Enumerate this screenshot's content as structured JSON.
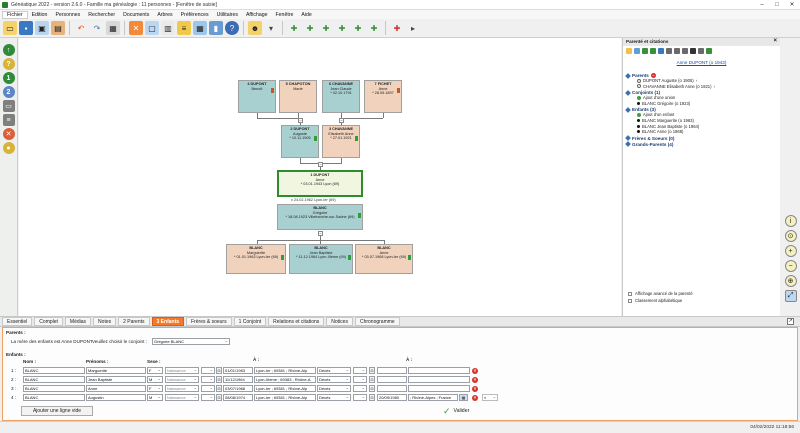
{
  "window": {
    "title": "Généatique 2022 - version 2.6.0 - Famille ma généalogie : 11 personnes - [Fenêtre de saisie]"
  },
  "menu": [
    "Fichier",
    "Edition",
    "Personnes",
    "Rechercher",
    "Documents",
    "Arbres",
    "Préférences",
    "Utilitaires",
    "Affichage",
    "Fenêtre",
    "Aide"
  ],
  "tree": {
    "grandparents": [
      {
        "num": "4 DUPONT",
        "first": "Benoît",
        "date": ""
      },
      {
        "num": "5 CHAPOTON",
        "first": "Marie",
        "date": ""
      },
      {
        "num": "6 CHAVANNE",
        "first": "Jean Claude",
        "date": "* 02.10.1791"
      },
      {
        "num": "7 FICHET",
        "first": "Anne",
        "date": "* 28.05.1897"
      }
    ],
    "parents": [
      {
        "num": "2 DUPONT",
        "first": "Auguste",
        "date": "* 10.11.1905"
      },
      {
        "num": "3 CHAVANNE",
        "first": "Elisabeth Anne",
        "date": "* 27.01.1921"
      }
    ],
    "root": {
      "num": "1 DUPONT",
      "first": "Anne",
      "date": "* 03.01.1943 Lyon (69)"
    },
    "marriage": "x 24.02.1962 Lyon-Ier (69)",
    "spouse": {
      "num": "BLANC",
      "first": "Grégoire",
      "date": "* 18.08.1923 Villefranche-sur-Saône (69)"
    },
    "children": [
      {
        "num": "BLANC",
        "first": "Marguerite",
        "date": "* 01.01.1963 Lyon-Ier (69)"
      },
      {
        "num": "BLANC",
        "first": "Jean Baptiste",
        "date": "* 11.12.1964 Lyon-IIIème (69)"
      },
      {
        "num": "BLANC",
        "first": "Anne",
        "date": "* 03.07.1968 Lyon-Ier (69)"
      }
    ]
  },
  "panel": {
    "title": "Parenté et citations",
    "person": "Anne DUPONT (o 1943)",
    "parents_title": "Parents",
    "parents": [
      "DUPONT Auguste (o 1905)",
      "CHAVANNE Elisabeth Anne (o 1921)"
    ],
    "spouses_title": "Conjoints (1)",
    "spouses_add": "Ajout d'une union",
    "spouses": [
      "BLANC Grégoire (o 1923)"
    ],
    "children_title": "Enfants (3)",
    "children_add": "Ajout d'un enfant",
    "children": [
      "BLANC Marguerite (o 1963)",
      "BLANC Jean Baptiste (o 1964)",
      "BLANC Anne (o 1968)"
    ],
    "siblings_title": "Frères & Soeurs (0)",
    "grandparents_title": "Grands-Parents (4)",
    "opt1": "Affichage avancé de la parenté",
    "opt2": "Classement alphabétique"
  },
  "tabs": [
    "Essentiel",
    "Complet",
    "Médias",
    "Notes",
    "2 Parents",
    "3 Enfants",
    "Frères & soeurs",
    "1 Conjoint",
    "Relations et citations",
    "Notices",
    "Chronogramme"
  ],
  "editor": {
    "parents_label": "Parents :",
    "mother_text": "La mère des enfants est Anne DUPONT",
    "spouse_label": "Veuillez choisir le conjoint :",
    "spouse_value": "Grégoire BLANC",
    "children_label": "Enfants :",
    "col_nom": "Nom :",
    "col_prenoms": "Prénoms :",
    "col_sexe": "Sexe :",
    "col_a1": "À :",
    "col_a2": "À :",
    "rows": [
      {
        "idx": "1 :",
        "nom": "BLANC",
        "prenom": "Marguerite",
        "sexe": "F",
        "naiss": "Naissance",
        "g1": "G",
        "date": "01/01/1963",
        "lieu": "Lyon-Ier ; 69381 ; Rhône-Alp",
        "deces": "Décès",
        "g2": "G",
        "date2": "",
        "lieu2": ""
      },
      {
        "idx": "2 :",
        "nom": "BLANC",
        "prenom": "Jean Baptiste",
        "sexe": "M",
        "naiss": "Naissance",
        "g1": "G",
        "date": "11/12/1964",
        "lieu": "Lyon-IIIème ; 69383 ; Rhône-A",
        "deces": "Décès",
        "g2": "G",
        "date2": "",
        "lieu2": ""
      },
      {
        "idx": "3 :",
        "nom": "BLANC",
        "prenom": "Anne",
        "sexe": "F",
        "naiss": "Naissance",
        "g1": "G",
        "date": "03/07/1968",
        "lieu": "Lyon-Ier ; 69381 ; Rhône-Alp",
        "deces": "Décès",
        "g2": "G",
        "date2": "",
        "lieu2": ""
      },
      {
        "idx": "4 :",
        "nom": "BLANC",
        "prenom": "Augustin",
        "sexe": "M",
        "naiss": "Naissance",
        "g1": "G",
        "date": "08/08/1974",
        "lieu": "Lyon-Ier ; 69381 ; Rhône-Alp",
        "deces": "Décès",
        "g2": "G",
        "date2": "20/09/1980",
        "lieu2": "; Rhône-Alpes ; France"
      }
    ],
    "add_row": "Ajouter une ligne vide",
    "validate": "Valider"
  },
  "status": {
    "datetime": "04/02/2022 11:18:56"
  },
  "colors": {
    "male": "#a9d0d0",
    "female": "#f1d2bc",
    "accent": "#f37a2a",
    "root_border": "#2e8b2e"
  }
}
